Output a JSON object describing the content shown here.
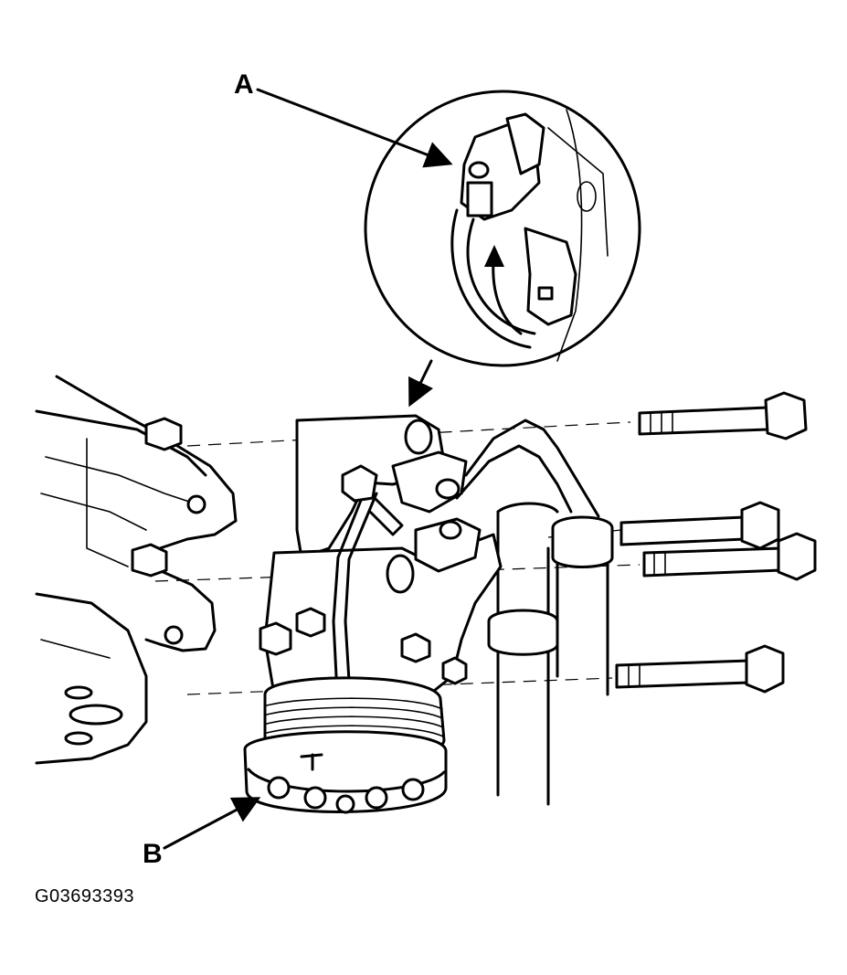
{
  "callouts": {
    "a": "A",
    "b": "B"
  },
  "figure_id": "G03693393",
  "colors": {
    "ink": "#000000",
    "paper": "#ffffff"
  }
}
